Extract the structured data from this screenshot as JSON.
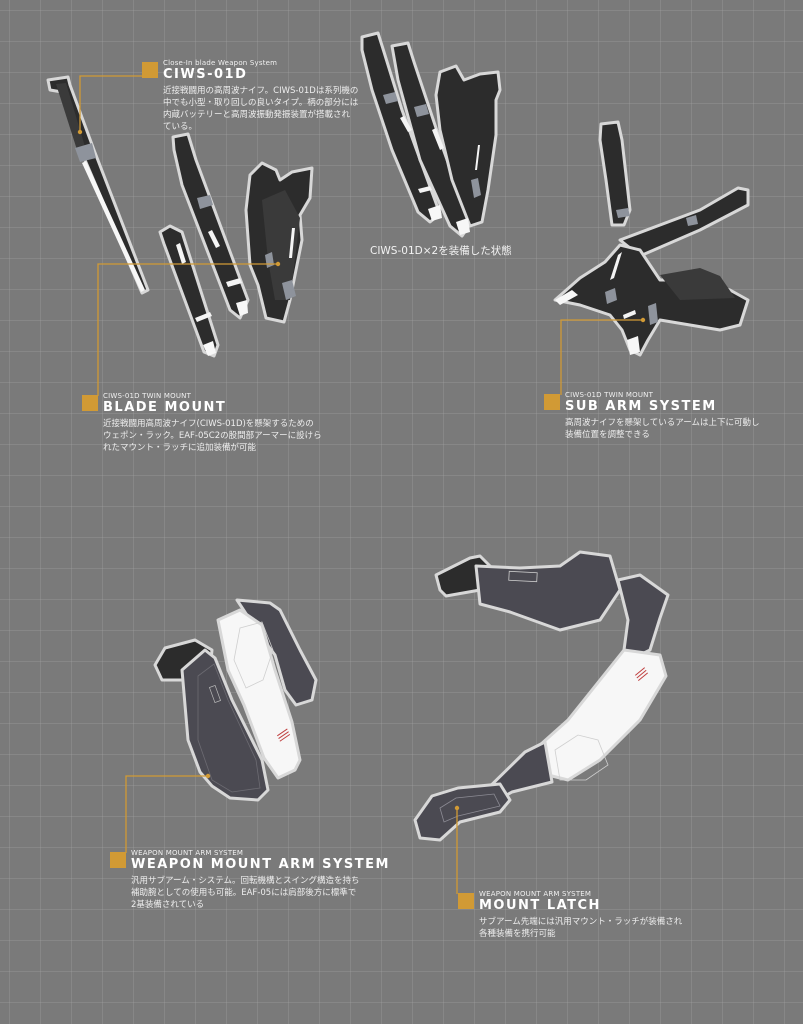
{
  "colors": {
    "background": "#7a7a7a",
    "grid_line": "#8c8c8c",
    "accent": "#d19a35",
    "outline": "#d8d8d8",
    "part_black": "#2c2c2c",
    "part_dark_gray": "#4b4a52",
    "part_white": "#f7f7f7",
    "part_light_gray": "#8e939c"
  },
  "center_caption": "CIWS-01D×2を装備した状態",
  "callouts": [
    {
      "id": "ciws-01d",
      "subtitle": "Close-In blade Weapon System",
      "title": "CIWS-01D",
      "description": [
        "近接戦闘用の高周波ナイフ。CIWS-01Dは系列機の",
        "中でも小型・取り回しの良いタイプ。柄の部分には",
        "内蔵バッテリーと高周波振動発振装置が搭載され",
        "ている。"
      ]
    },
    {
      "id": "blade-mount",
      "subtitle": "CIWS-01D TWIN MOUNT",
      "title": "BLADE MOUNT",
      "description": [
        "近接戦闘用高周波ナイフ(CIWS-01D)を懸架するための",
        "ウェポン・ラック。EAF-05C2の股間部アーマーに設けら",
        "れたマウント・ラッチに追加装備が可能"
      ]
    },
    {
      "id": "sub-arm-system",
      "subtitle": "CIWS-01D TWIN MOUNT",
      "title": "SUB ARM SYSTEM",
      "description": [
        "高周波ナイフを懸架しているアームは上下に可動し",
        "装備位置を調整できる"
      ]
    },
    {
      "id": "weapon-mount-arm-system",
      "subtitle": "WEAPON MOUNT ARM SYSTEM",
      "title": "WEAPON MOUNT ARM SYSTEM",
      "description": [
        "汎用サブアーム・システム。回転機構とスイング構造を持ち",
        "補助腕としての使用も可能。EAF-05には肩部後方に標準で",
        "2基装備されている"
      ]
    },
    {
      "id": "mount-latch",
      "subtitle": "WEAPON MOUNT ARM SYSTEM",
      "title": "MOUNT LATCH",
      "description": [
        "サブアーム先端には汎用マウント・ラッチが装備され",
        "各種装備を携行可能"
      ]
    }
  ]
}
